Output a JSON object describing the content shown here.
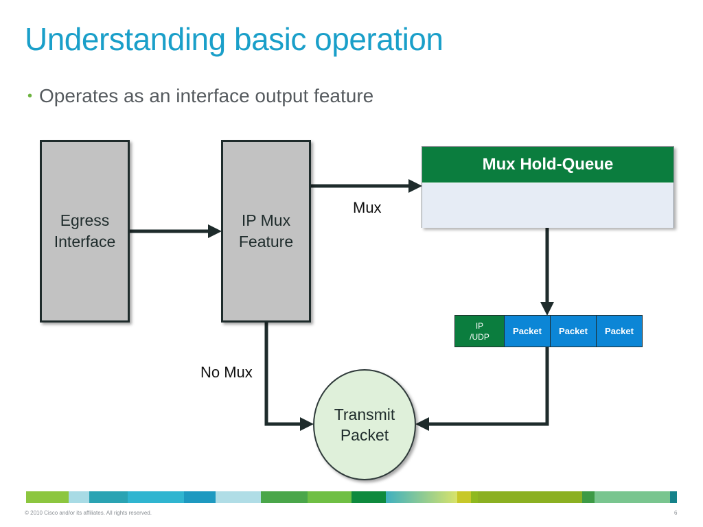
{
  "title": "Understanding basic operation",
  "bullet": "Operates as an interface output feature",
  "diagram": {
    "egress_box": "Egress\nInterface",
    "ipmux_box": "IP Mux\nFeature",
    "queue_title": "Mux Hold-Queue",
    "mux_label": "Mux",
    "nomux_label": "No Mux",
    "transmit": "Transmit\nPacket",
    "packet_cells": [
      "IP\n/UDP",
      "Packet",
      "Packet",
      "Packet"
    ]
  },
  "colors": {
    "title": "#1a9fc9",
    "queue_header": "#0b7d3e",
    "packet": "#0c86d6",
    "box_fill": "#c2c2c2",
    "circle_fill": "#dff0da"
  },
  "footer": {
    "copyright": "© 2010 Cisco and/or its affiliates. All rights reserved.",
    "page": "6"
  }
}
